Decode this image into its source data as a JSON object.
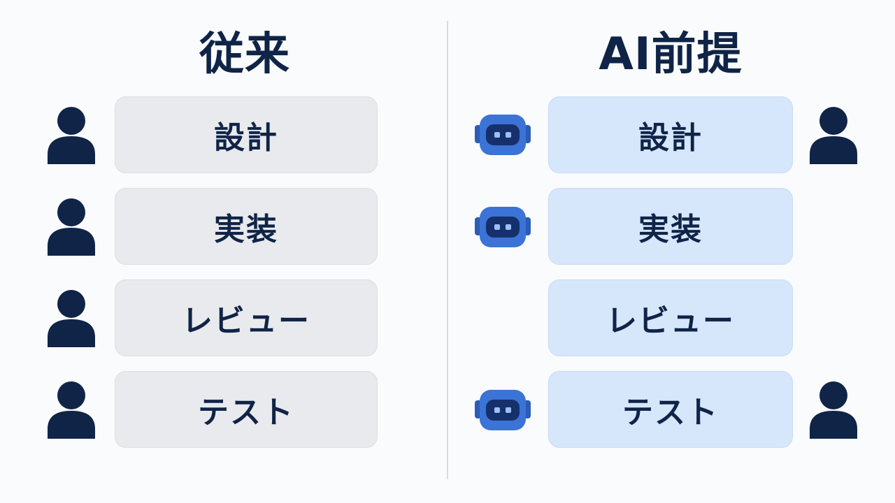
{
  "columns": {
    "left": {
      "title": "従来",
      "steps": [
        "設計",
        "実装",
        "レビュー",
        "テスト"
      ]
    },
    "right": {
      "title": "AI前提",
      "steps": [
        "設計",
        "実装",
        "レビュー",
        "テスト"
      ]
    }
  },
  "icons": {
    "person": "person-icon",
    "robot": "robot-icon"
  },
  "colors": {
    "navy": "#0f2447",
    "robot_blue": "#3b73d6",
    "box_grey": "#e9eaed",
    "box_blue": "#d6e6fb"
  }
}
